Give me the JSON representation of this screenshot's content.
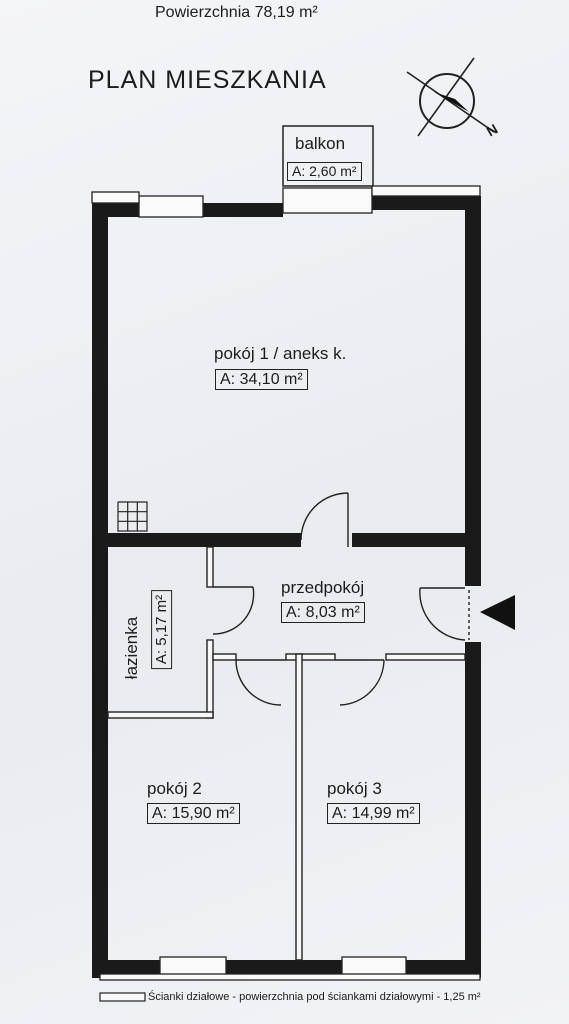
{
  "header": {
    "area_text": "Powierzchnia 78,19 m²"
  },
  "plan_title": "PLAN MIESZKANIA",
  "compass": {
    "north_label": "N"
  },
  "rooms": {
    "balcony": {
      "name": "balkon",
      "area": "A: 2,60 m²"
    },
    "room1": {
      "name": "pokój 1 / aneks k.",
      "area": "A: 34,10 m²"
    },
    "hallway": {
      "name": "przedpokój",
      "area": "A: 8,03 m²"
    },
    "bathroom": {
      "name": "łazienka",
      "area": "A: 5,17 m²"
    },
    "room2": {
      "name": "pokój 2",
      "area": "A: 15,90 m²"
    },
    "room3": {
      "name": "pokój 3",
      "area": "A: 14,99 m²"
    }
  },
  "legend": {
    "text": "Ścianki działowe - powierzchnia pod ściankami działowymi - 1,25 m²"
  }
}
